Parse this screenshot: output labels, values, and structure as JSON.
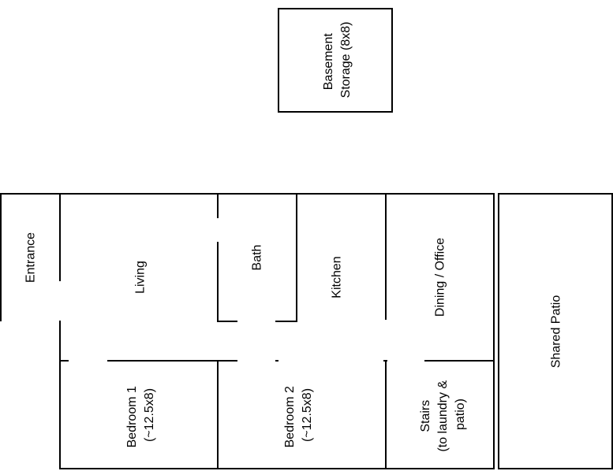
{
  "rooms": {
    "basement": {
      "line1": "Basement",
      "line2": "Storage (8x8)"
    },
    "entrance": {
      "label": "Entrance"
    },
    "living": {
      "label": "Living"
    },
    "bath": {
      "label": "Bath"
    },
    "kitchen": {
      "label": "Kitchen"
    },
    "dining": {
      "label": "Dining / Office"
    },
    "patio": {
      "label": "Shared Patio"
    },
    "bedroom1": {
      "line1": "Bedroom 1",
      "line2": "(~12.5x8)"
    },
    "bedroom2": {
      "line1": "Bedroom 2",
      "line2": "(~12.5x8)"
    },
    "stairs": {
      "line1": "Stairs",
      "line2": "(to laundry &",
      "line3": "patio)"
    }
  },
  "colors": {
    "wall": "#000000",
    "background": "#ffffff",
    "text": "#000000"
  }
}
